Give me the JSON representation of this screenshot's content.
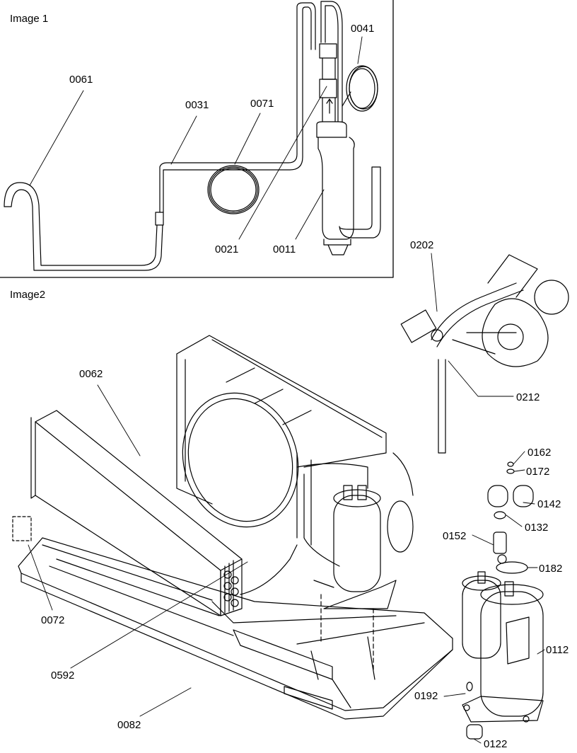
{
  "panels": {
    "image1_label": "Image 1",
    "image2_label": "Image2"
  },
  "callouts": {
    "c0061": "0061",
    "c0031": "0031",
    "c0071": "0071",
    "c0041": "0041",
    "c0021": "0021",
    "c0011": "0011",
    "c0202": "0202",
    "c0212": "0212",
    "c0062": "0062",
    "c0072": "0072",
    "c0592": "0592",
    "c0082": "0082",
    "c0162": "0162",
    "c0172": "0172",
    "c0142": "0142",
    "c0132": "0132",
    "c0152": "0152",
    "c0182": "0182",
    "c0112": "0112",
    "c0192": "0192",
    "c0122": "0122"
  }
}
